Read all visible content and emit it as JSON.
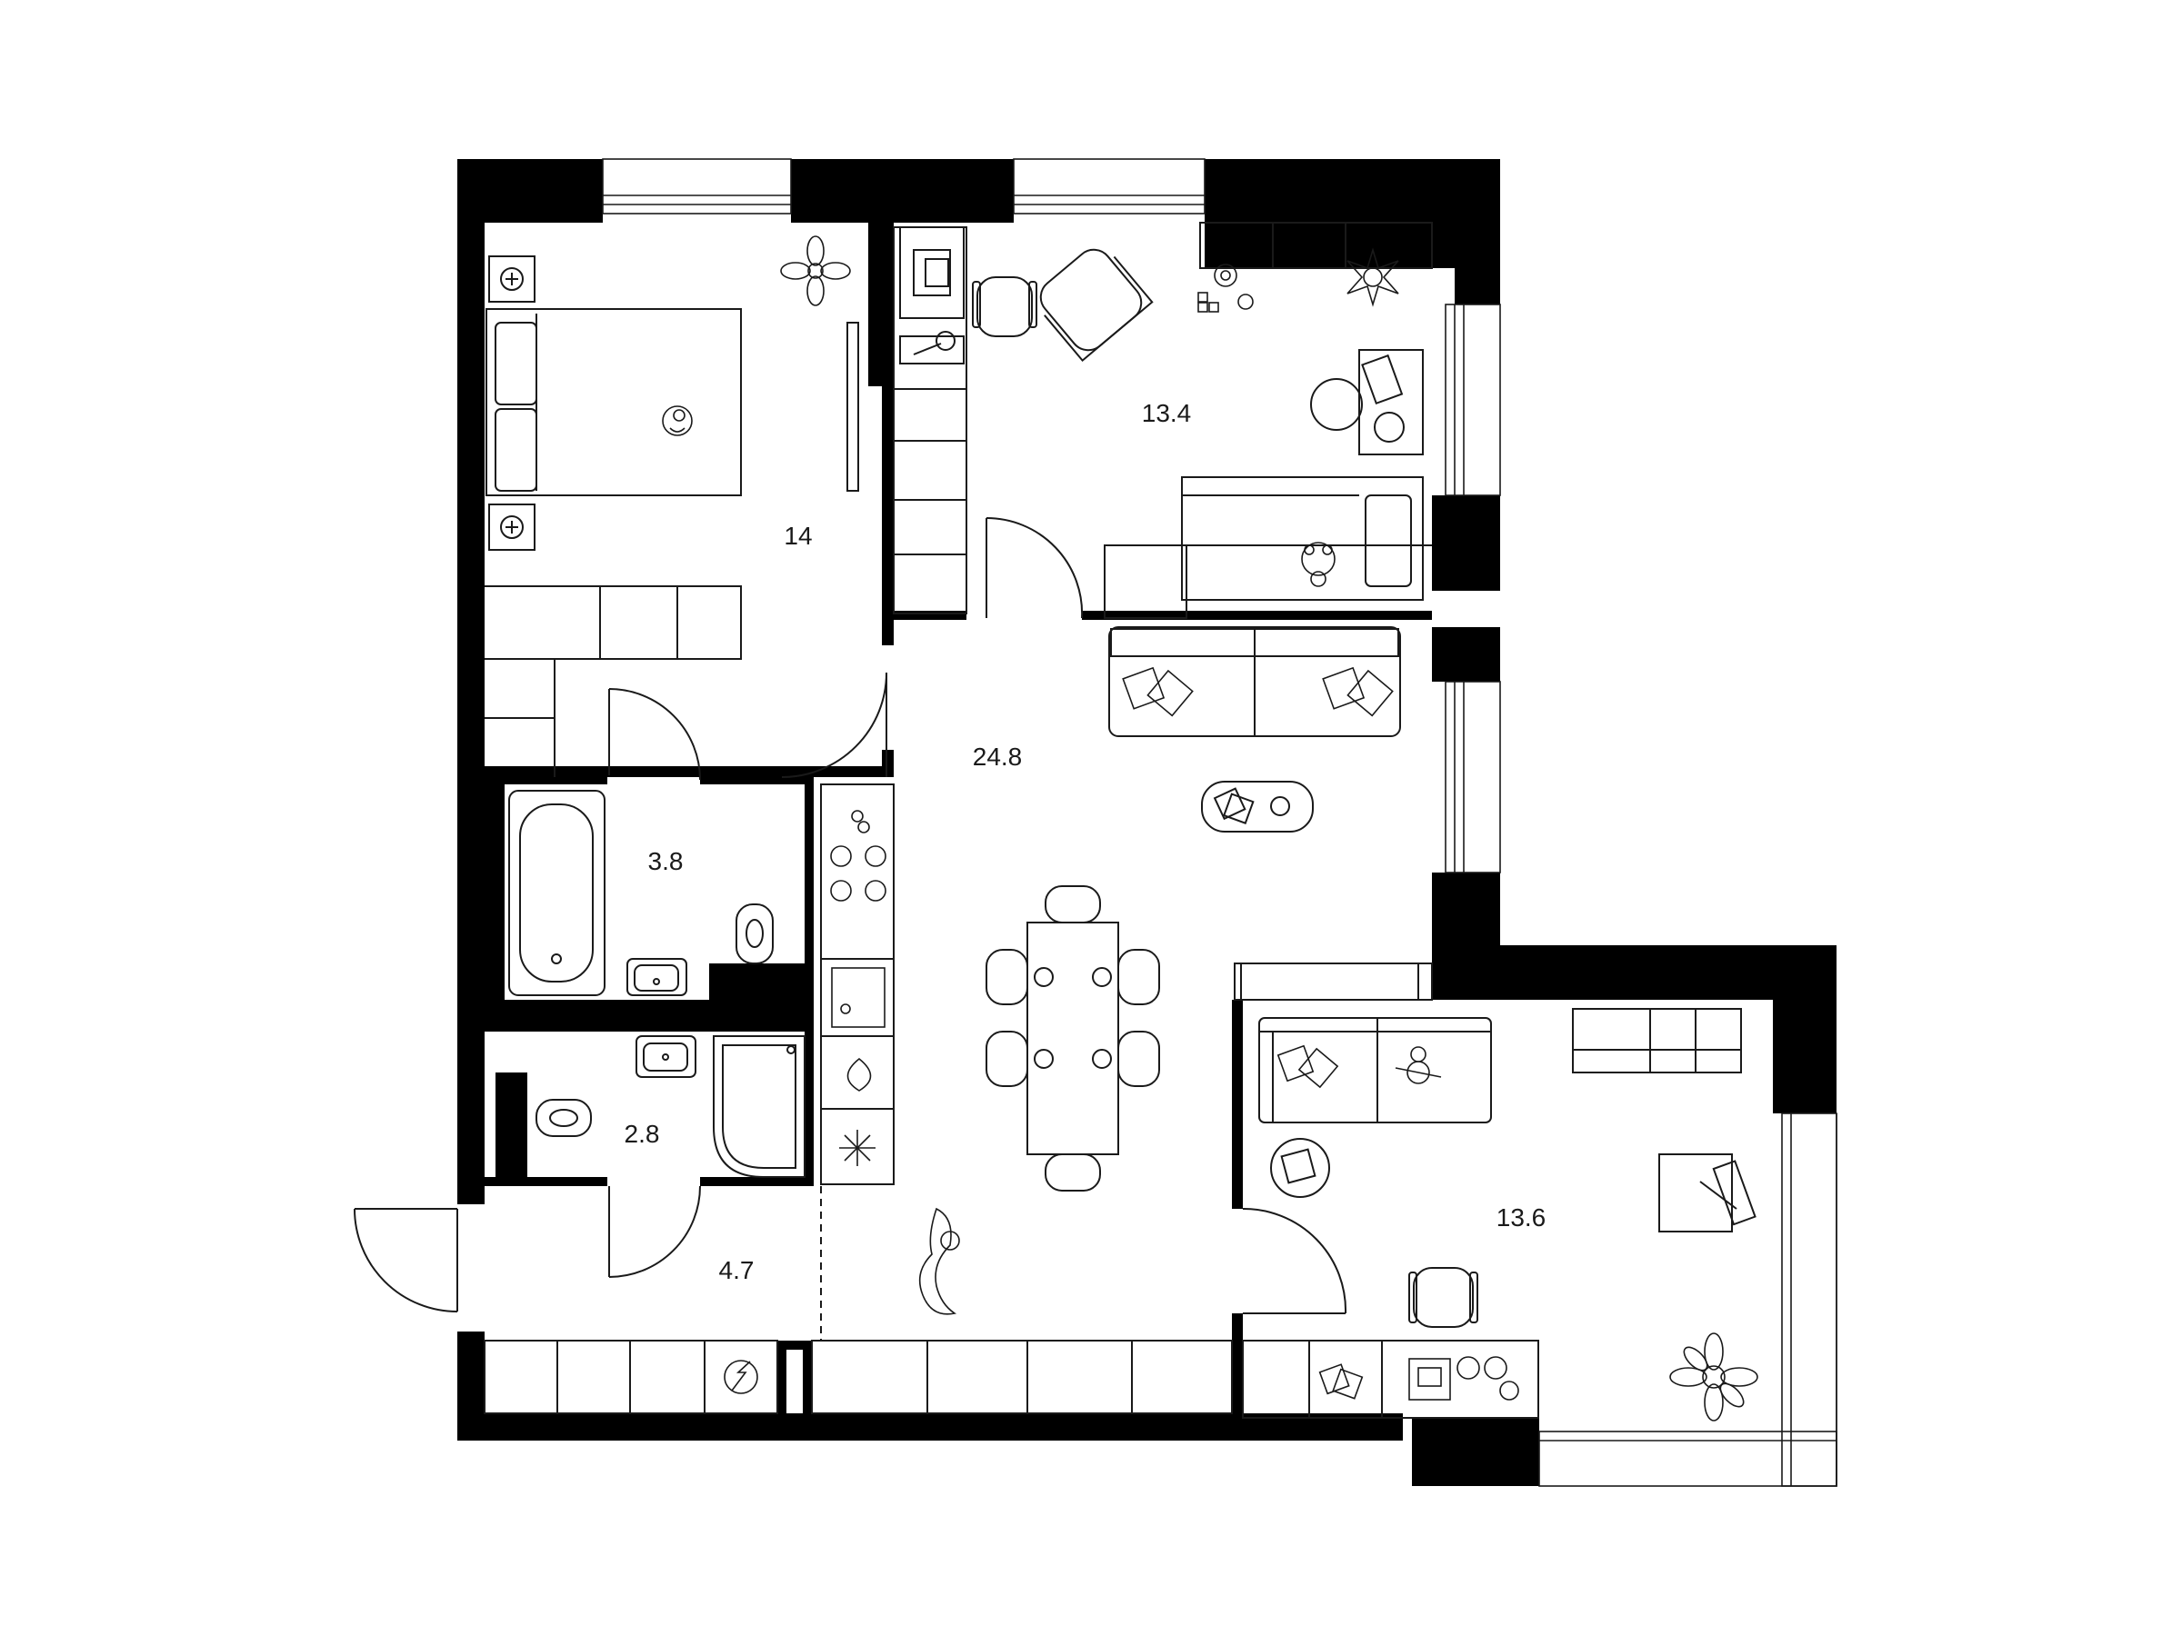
{
  "rooms": [
    {
      "id": "bedroom",
      "area": "14"
    },
    {
      "id": "childroom",
      "area": "13.4"
    },
    {
      "id": "living-kitchen",
      "area": "24.8"
    },
    {
      "id": "bathroom",
      "area": "3.8"
    },
    {
      "id": "toilet",
      "area": "2.8"
    },
    {
      "id": "hallway",
      "area": "4.7"
    },
    {
      "id": "study",
      "area": "13.6"
    }
  ],
  "colors": {
    "wall": "#000000",
    "line": "#1a1a1a",
    "background": "#ffffff"
  },
  "icons": [
    "flower-icon",
    "cat-icon",
    "plant-icon",
    "stove-icon",
    "sink-icon",
    "snowflake-icon",
    "electric-panel-icon",
    "teddy-bear-icon"
  ]
}
